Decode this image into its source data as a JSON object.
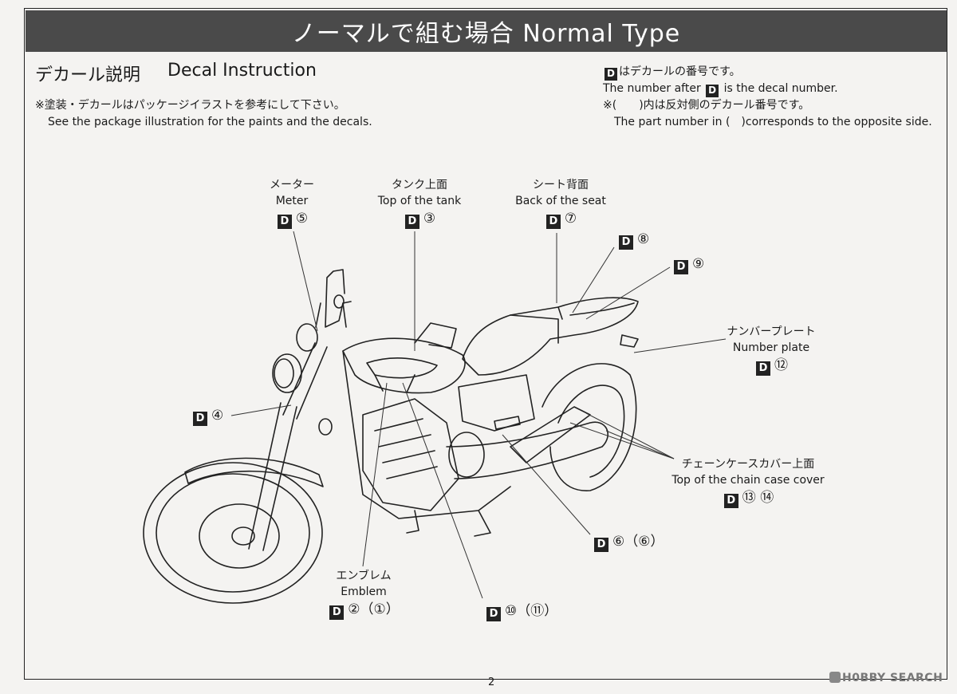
{
  "banner": {
    "title": "ノーマルで組む場合  Normal Type"
  },
  "section": {
    "title_jp": "デカール説明",
    "title_en": "Decal Instruction"
  },
  "note_left": {
    "line1": "※塗装・デカールはパッケージイラストを参考にして下さい。",
    "line2": "See the package illustration for the paints and the decals."
  },
  "note_right": {
    "box_letter": "D",
    "line1": "はデカールの番号です。",
    "line2_a": "The number after",
    "line2_b": "is the decal number.",
    "line3": "※(　　)内は反対側のデカール番号です。",
    "line4": "The part number in (　)corresponds to the opposite side."
  },
  "callouts": {
    "meter": {
      "jp": "メーター",
      "en": "Meter",
      "code": "⑤"
    },
    "tank": {
      "jp": "タンク上面",
      "en": "Top of the tank",
      "code": "③"
    },
    "seat": {
      "jp": "シート背面",
      "en": "Back of the seat",
      "code": "⑦"
    },
    "c8": {
      "code": "⑧"
    },
    "c9": {
      "code": "⑨"
    },
    "plate": {
      "jp": "ナンバープレート",
      "en": "Number plate",
      "code": "⑫"
    },
    "c4": {
      "code": "④"
    },
    "chain": {
      "jp": "チェーンケースカバー上面",
      "en": "Top of the chain case cover",
      "code": "⑬ ⑭"
    },
    "c6": {
      "code": "⑥（⑥）"
    },
    "emblem": {
      "jp": "エンブレム",
      "en": "Emblem",
      "code": "②（①）"
    },
    "c10": {
      "code": "⑩（⑪）"
    }
  },
  "page_number": "2",
  "watermark": "H0BBY SEARCH"
}
